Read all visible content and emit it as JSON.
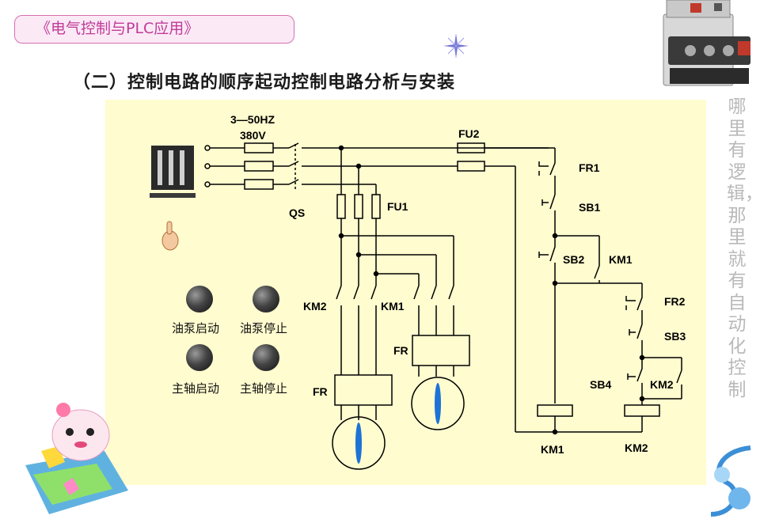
{
  "course_title": "《电气控制与PLC应用》",
  "section_heading": "（二）控制电路的顺序起动控制电路分析与安装",
  "side_slogan": "哪里有逻辑，那里就有自动化控制",
  "diagram": {
    "supply_label_1": "3—50HZ",
    "supply_label_2": "380V",
    "qs": "QS",
    "fu1": "FU1",
    "fu2": "FU2",
    "fr1": "FR1",
    "sb1": "SB1",
    "sb2": "SB2",
    "km1_contact": "KM1",
    "fr2": "FR2",
    "sb3": "SB3",
    "sb4": "SB4",
    "km2_contact": "KM2",
    "km1_coil": "KM1",
    "km2_coil": "KM2",
    "km2_main": "KM2",
    "km1_main": "KM1",
    "fr_left": "FR",
    "fr_right": "FR"
  },
  "buttons": {
    "pump_start": "油泵启动",
    "pump_stop": "油泵停止",
    "spindle_start": "主轴启动",
    "spindle_stop": "主轴停止"
  }
}
